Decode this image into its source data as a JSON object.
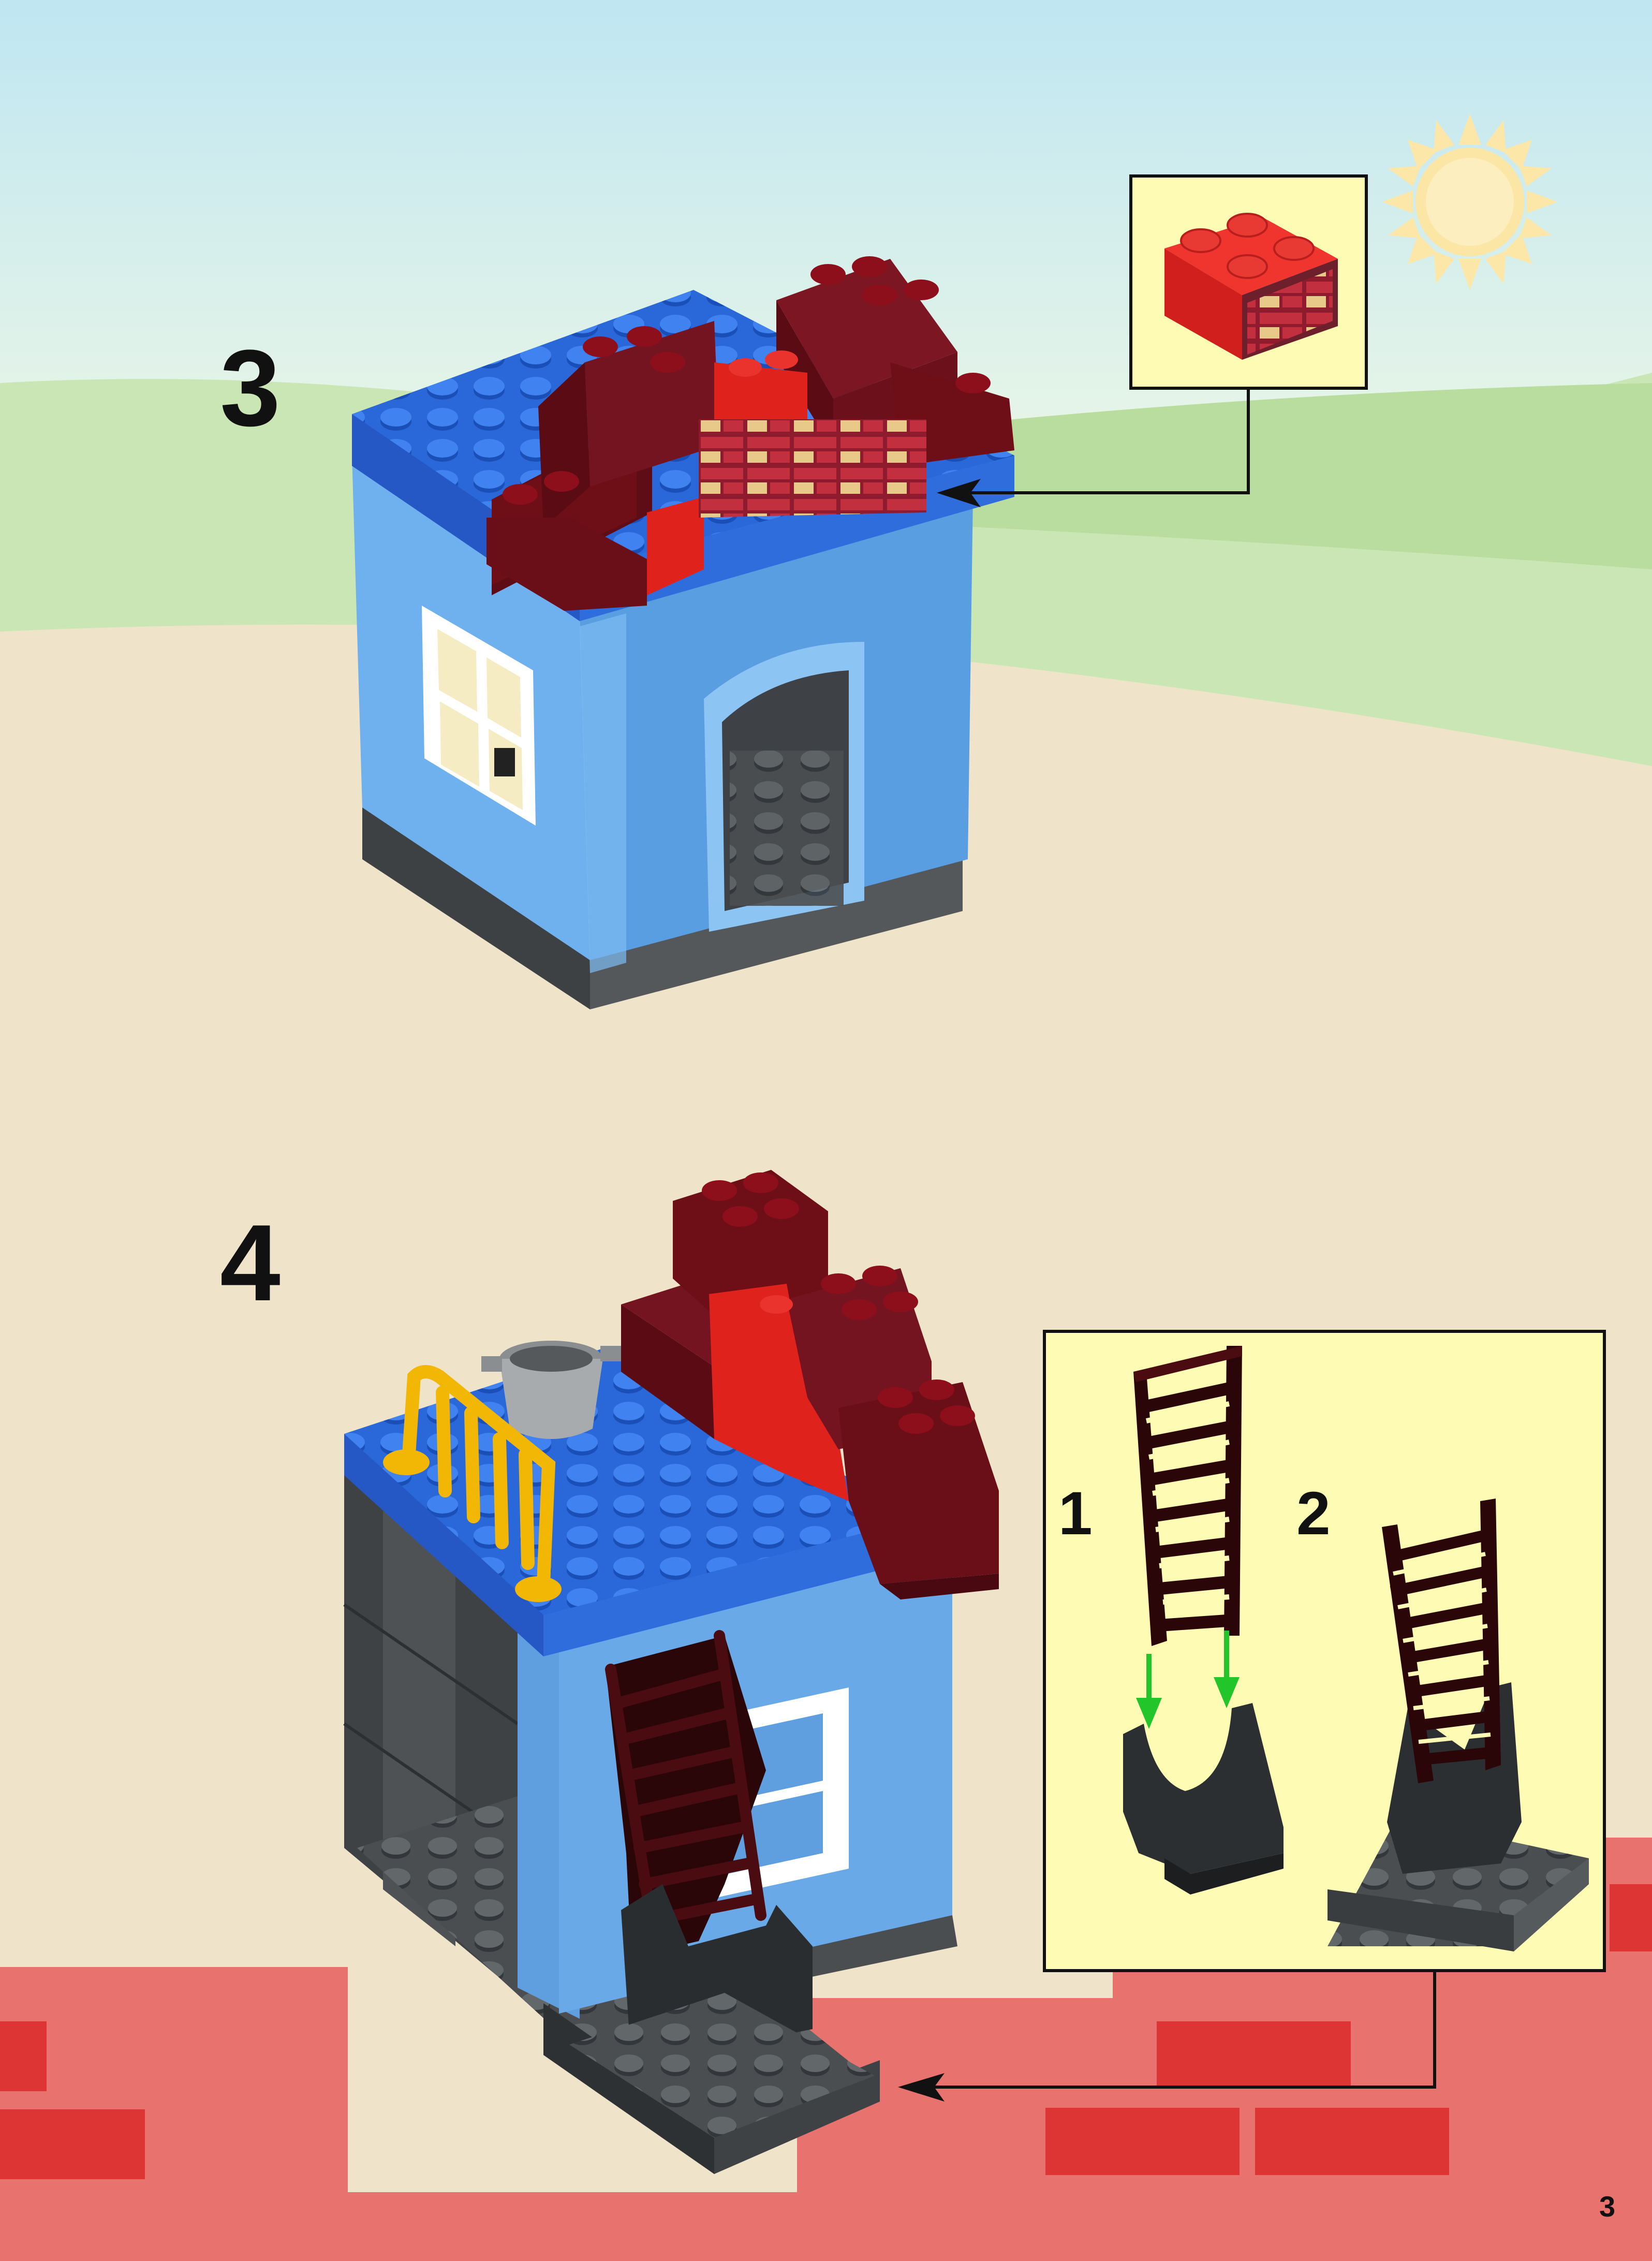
{
  "steps": {
    "step3": "3",
    "step4": "4"
  },
  "substeps": {
    "one": "1",
    "two": "2"
  },
  "page_number": "3",
  "colors": {
    "sky_top": "#bfe6f2",
    "sky_bottom": "#e9f6e6",
    "hills": "#c9e6b4",
    "ground": "#efe4c9",
    "callout_bg": "#fdfbb4",
    "brick_wall": "#e8726e",
    "brick": "#dc3534",
    "dark_red_brick": "#6e0f18",
    "red_brick": "#e0221d",
    "blue_plate": "#2a67d8",
    "light_blue_wall": "#6aa9e8",
    "dark_grey": "#4b4e50",
    "green_arrow": "#22c52a",
    "sun": "#fbe6a5"
  },
  "icons": [
    "sun-icon",
    "callout-arrow-icon",
    "brick-part-icon",
    "ladder-part-icon",
    "ladder-stand-part-icon",
    "green-down-arrow-icon"
  ]
}
